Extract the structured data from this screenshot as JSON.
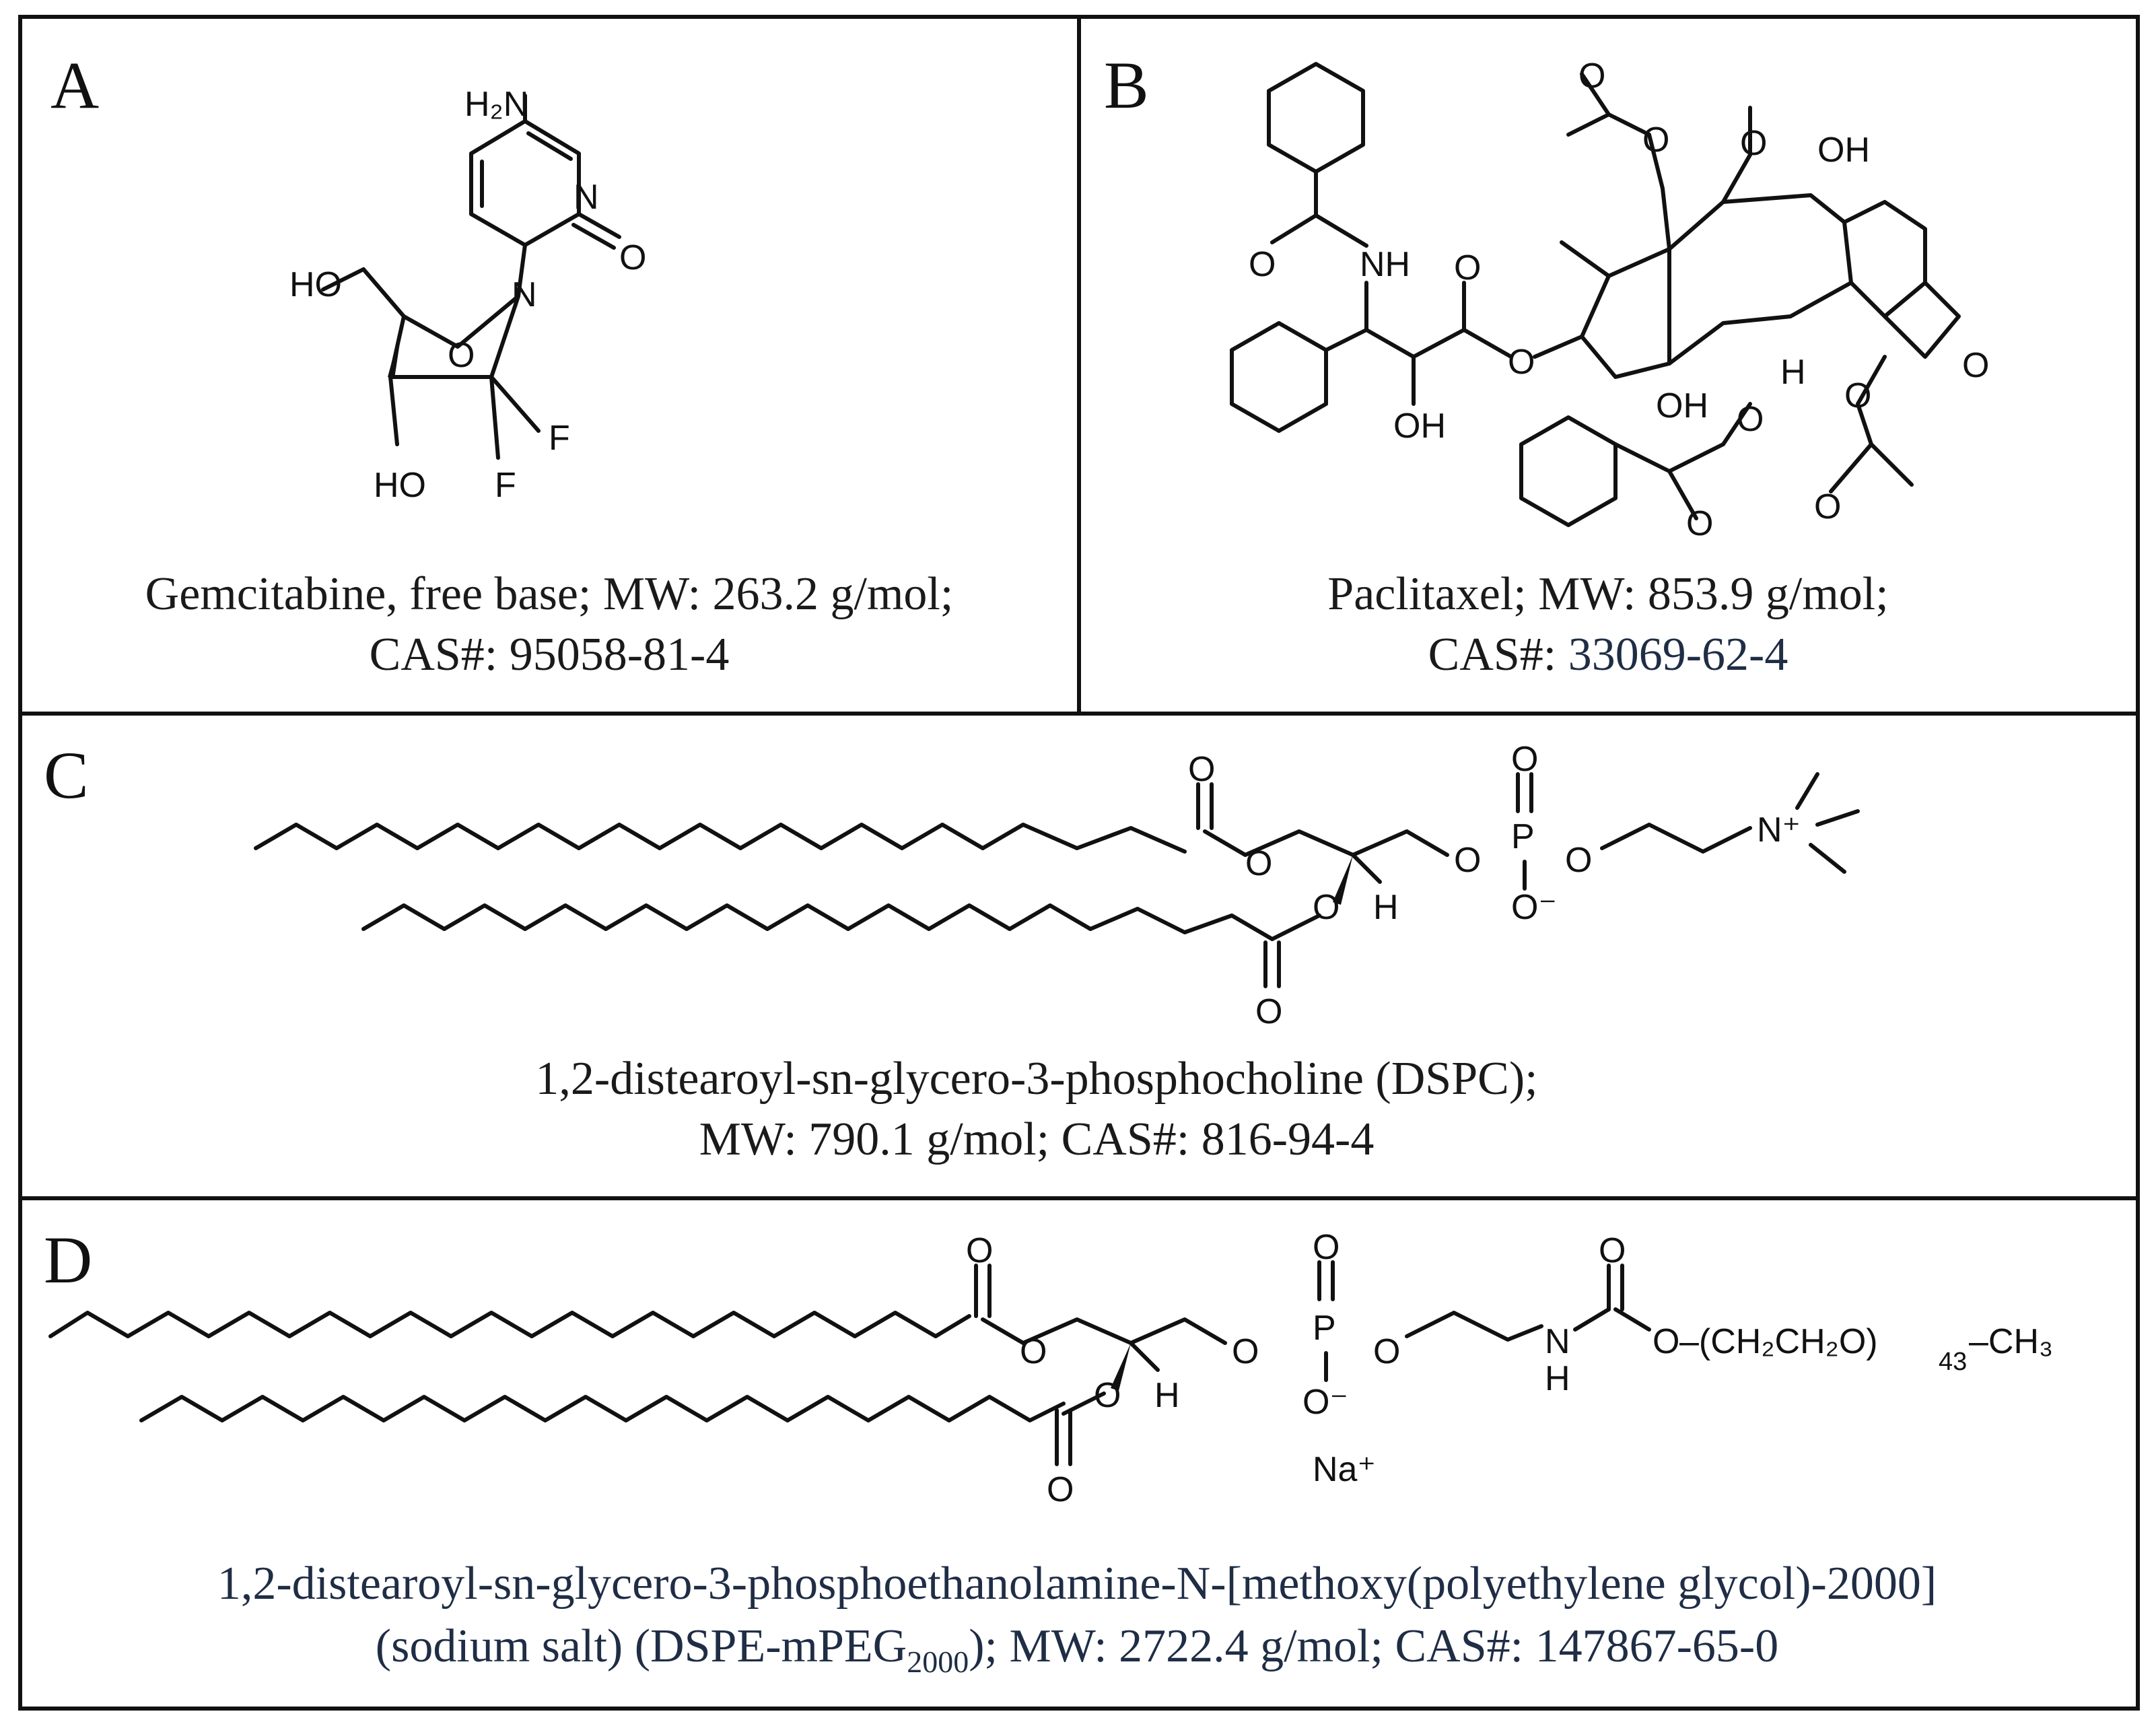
{
  "panels": {
    "a": {
      "letter": "A",
      "caption_line1": "Gemcitabine, free base; MW: 263.2 g/mol;",
      "caption_line2": "CAS#: 95058-81-4",
      "atoms": {
        "h2n": "H₂N",
        "n3": "N",
        "o2": "O",
        "n1": "N",
        "ho5": "HO",
        "o4": "O",
        "f1": "F",
        "f2": "F",
        "ho3": "HO"
      }
    },
    "b": {
      "letter": "B",
      "caption_line1": "Paclitaxel; MW: 853.9 g/mol;",
      "caption_line2_prefix": "CAS#: ",
      "caption_line2_value": "33069-62-4",
      "atoms": {
        "o_ac1": "O",
        "o_ac1b": "O",
        "o_keto": "O",
        "oh_top": "OH",
        "o_amide": "O",
        "nh": "NH",
        "o_ester_c": "O",
        "o_ester": "O",
        "oh_side": "OH",
        "oh_core": "OH",
        "h": "H",
        "o_oxet": "O",
        "o_bz": "O",
        "o_bz2": "O",
        "o_ac2": "O",
        "o_ac2b": "O"
      }
    },
    "c": {
      "letter": "C",
      "caption_line1": "1,2-distearoyl-sn-glycero-3-phosphocholine (DSPC);",
      "caption_line2": "MW: 790.1 g/mol; CAS#: 816-94-4",
      "atoms": {
        "o_co1": "O",
        "o_est1": "O",
        "o_p_top": "O",
        "p": "P",
        "o_p_left": "O",
        "o_p_right": "O",
        "o_minus": "O⁻",
        "n_plus": "N⁺",
        "o_est2": "O",
        "h": "H",
        "o_co2": "O"
      }
    },
    "d": {
      "letter": "D",
      "caption_line1": "1,2-distearoyl-sn-glycero-3-phosphoethanolamine-N-[methoxy(polyethylene glycol)-2000]",
      "caption_line2_a": "(sodium salt) (DSPE-mPEG",
      "caption_line2_sub": "2000",
      "caption_line2_b": "); MW: 2722.4 g/mol; CAS#: 147867-65-0",
      "atoms": {
        "o_co1": "O",
        "o_est1": "O",
        "o_p_top": "O",
        "p": "P",
        "o_p_left": "O",
        "o_p_right": "O",
        "o_minus": "O⁻",
        "na": "Na⁺",
        "nh_n": "N",
        "nh_h": "H",
        "o_carb_top": "O",
        "o_carb": "O",
        "peg": "–(CH₂CH₂O)",
        "peg_n": "43",
        "ch3": "–CH₃",
        "o_est2": "O",
        "h": "H",
        "o_co2": "O"
      }
    }
  }
}
